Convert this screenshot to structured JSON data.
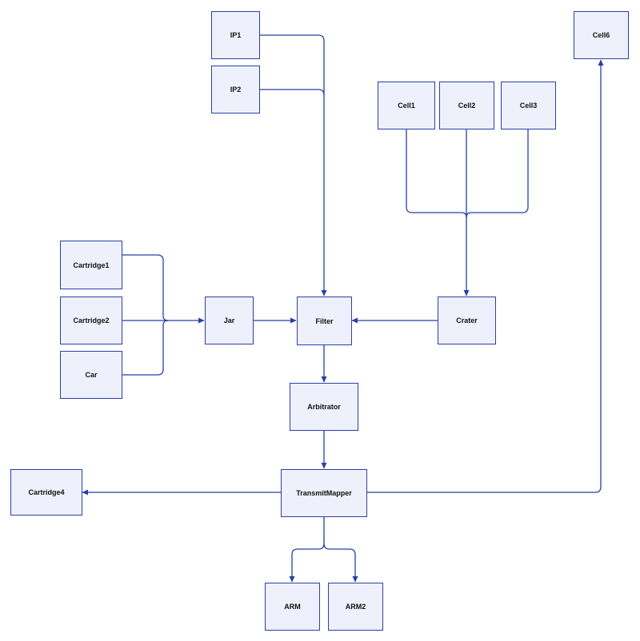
{
  "colors": {
    "node_fill": "#eef1fb",
    "node_border": "#2a3fa8",
    "edge": "#2a3fa8"
  },
  "nodes": {
    "ip1": "IP1",
    "ip2": "IP2",
    "cell1": "Cell1",
    "cell2": "Cell2",
    "cell3": "Cell3",
    "cell6": "Cell6",
    "cartridge1": "Cartridge1",
    "cartridge2": "Cartridge2",
    "car": "Car",
    "jar": "Jar",
    "filter": "Filter",
    "crater": "Crater",
    "arbitrator": "Arbitrator",
    "transmitmapper": "TransmitMapper",
    "cartridge4": "Cartridge4",
    "arm": "ARM",
    "arm2": "ARM2"
  },
  "edges": [
    [
      "IP1",
      "Filter"
    ],
    [
      "IP2",
      "Filter"
    ],
    [
      "Cell1",
      "Crater"
    ],
    [
      "Cell2",
      "Crater"
    ],
    [
      "Cell3",
      "Crater"
    ],
    [
      "Cartridge1",
      "Jar"
    ],
    [
      "Cartridge2",
      "Jar"
    ],
    [
      "Car",
      "Jar"
    ],
    [
      "Jar",
      "Filter"
    ],
    [
      "Crater",
      "Filter"
    ],
    [
      "Filter",
      "Arbitrator"
    ],
    [
      "Arbitrator",
      "TransmitMapper"
    ],
    [
      "TransmitMapper",
      "Cartridge4"
    ],
    [
      "TransmitMapper",
      "Cell6"
    ],
    [
      "TransmitMapper",
      "ARM"
    ],
    [
      "TransmitMapper",
      "ARM2"
    ]
  ]
}
